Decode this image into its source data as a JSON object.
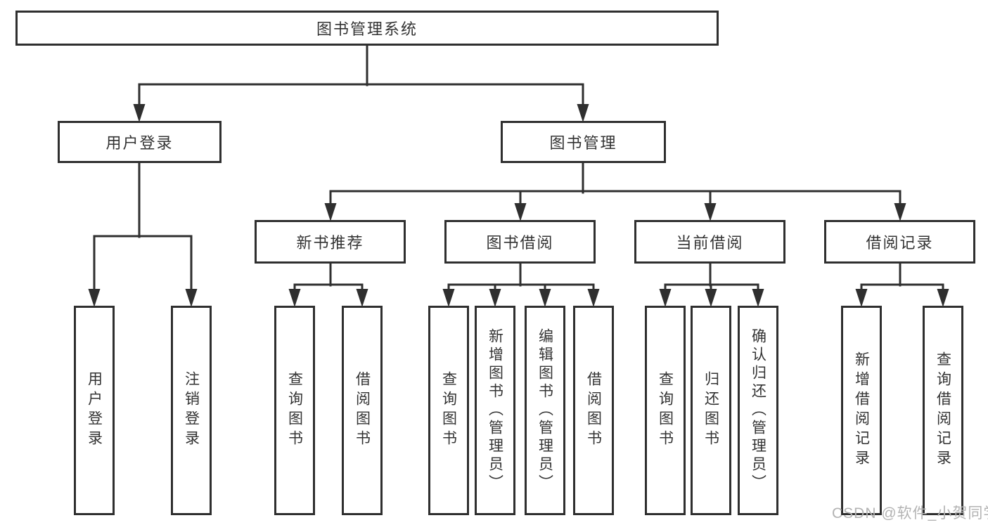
{
  "colors": {
    "line": "#2f2f2f",
    "text": "#333333",
    "watermark": "#b3b3b3",
    "background": "#ffffff"
  },
  "diagram": {
    "root": "图书管理系统",
    "level1": [
      "用户登录",
      "图书管理"
    ],
    "level2": [
      "新书推荐",
      "图书借阅",
      "当前借阅",
      "借阅记录"
    ],
    "leaves": {
      "user_login": [
        "用户登录",
        "注销登录"
      ],
      "new_book_recommend": [
        "查询图书",
        "借阅图书"
      ],
      "book_borrow": [
        "查询图书",
        "新增图书（管理员）",
        "编辑图书（管理员）",
        "借阅图书"
      ],
      "current_borrow": [
        "查询图书",
        "归还图书",
        "确认归还（管理员）"
      ],
      "borrow_records": [
        "新增借阅记录",
        "查询借阅记录"
      ]
    }
  },
  "watermark": "CSDN @软件_小贺同学"
}
